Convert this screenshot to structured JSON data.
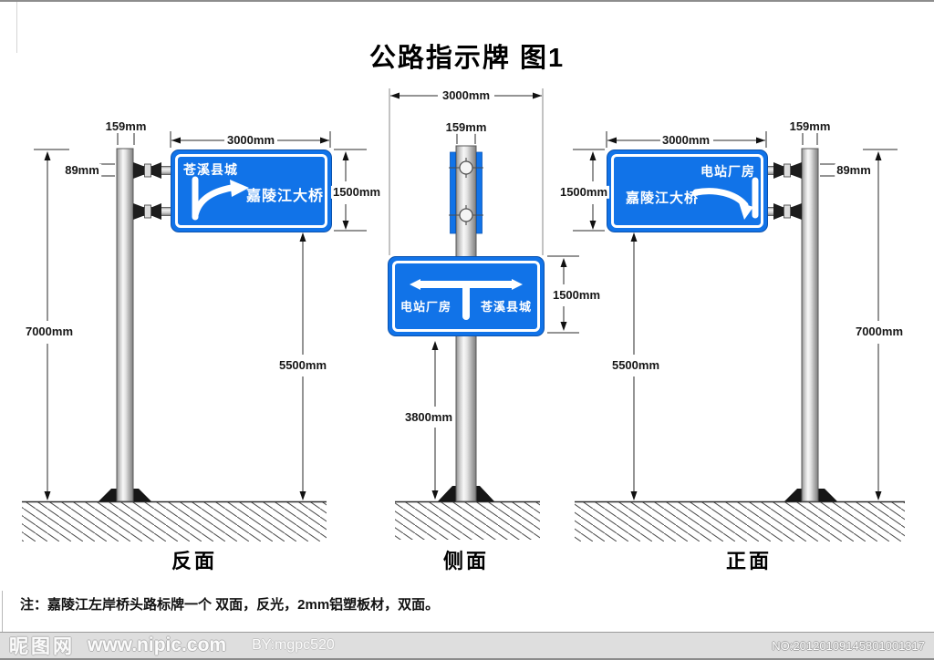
{
  "title": "公路指示牌 图1",
  "views": {
    "back": {
      "label": "反面"
    },
    "side": {
      "label": "侧面"
    },
    "front": {
      "label": "正面"
    }
  },
  "signs": {
    "back": {
      "destination_top": "苍溪县城",
      "destination_main": "嘉陵江大桥"
    },
    "side": {
      "destination_left": "电站厂房",
      "destination_right": "苍溪县城"
    },
    "front": {
      "destination_top": "电站厂房",
      "destination_main": "嘉陵江大桥"
    }
  },
  "dimensions": {
    "pole_diameter": "159mm",
    "sign_width": "3000mm",
    "bracket_diameter": "89mm",
    "sign_height": "1500mm",
    "total_height": "7000mm",
    "mount_height": "5500mm",
    "side_sign_height": "3800mm"
  },
  "note": "注：嘉陵江左岸桥头路标牌一个 双面，反光，2mm铝塑板材，双面。",
  "watermark": {
    "site": "昵图网",
    "url": "www.nipic.com",
    "by": "BY:mgpc520",
    "serial": "NO:20120109145801001317"
  },
  "colors": {
    "sign_blue": "#1173e8",
    "sign_border": "#ffffff"
  }
}
